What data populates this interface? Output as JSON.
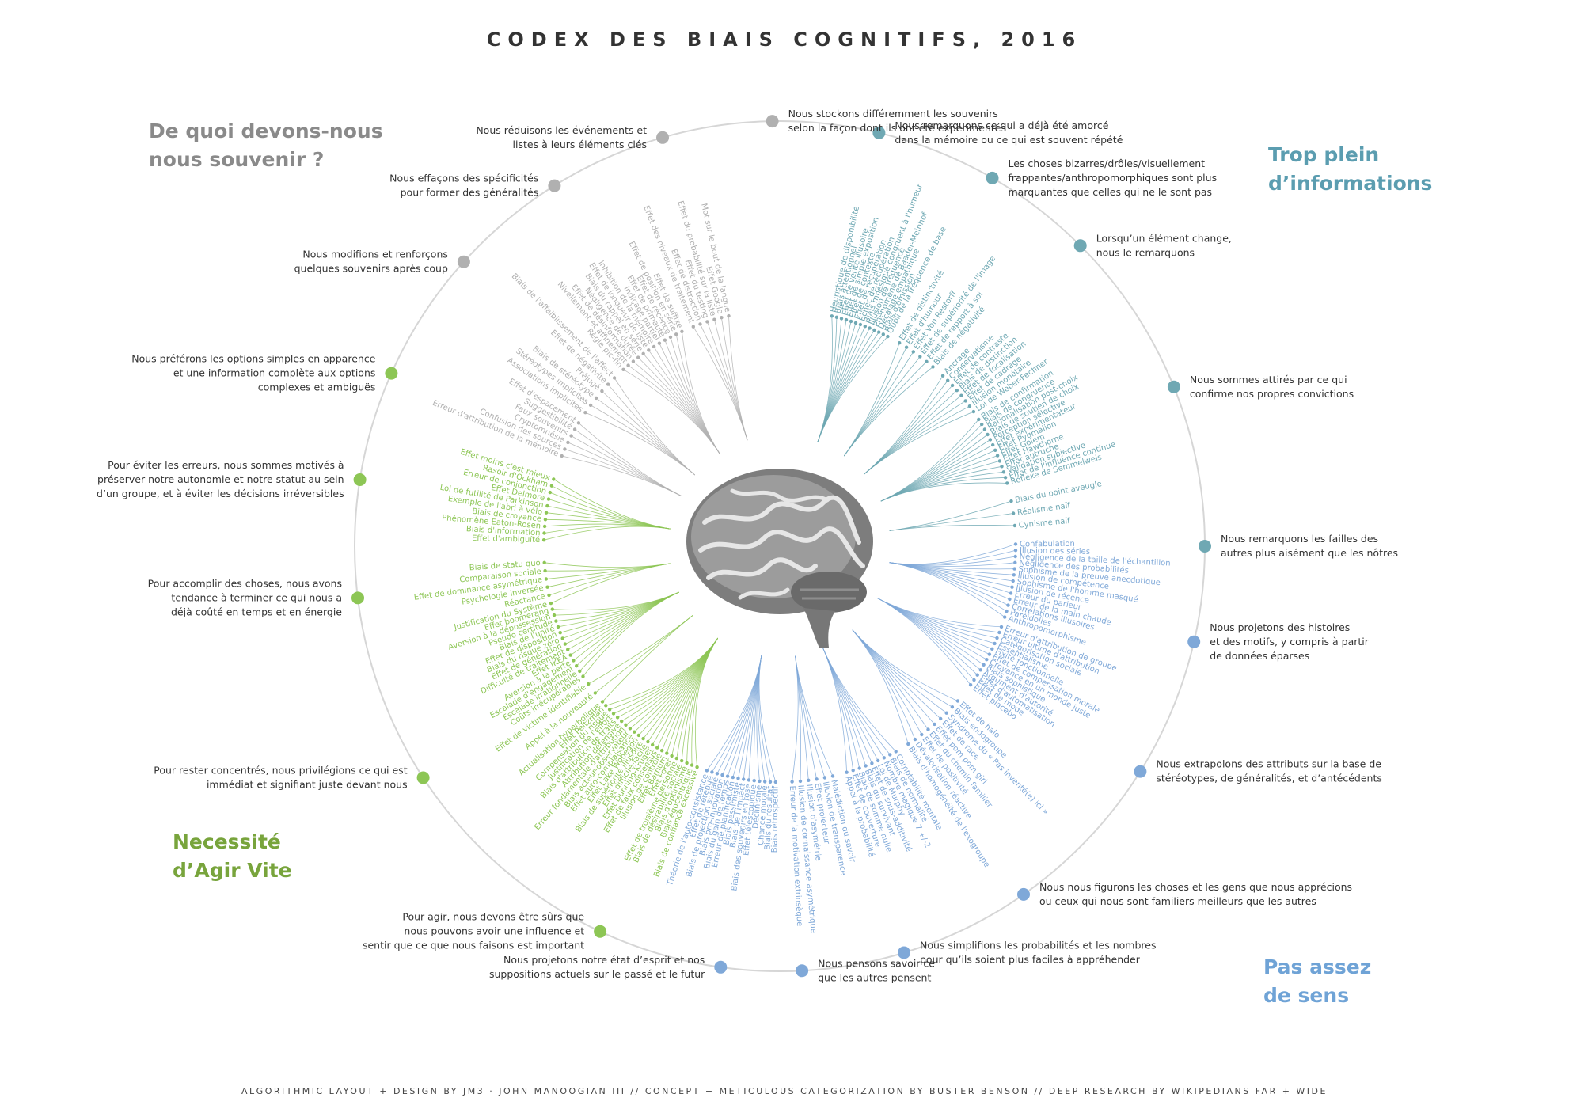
{
  "title": "CODEX DES BIAIS COGNITIFS, 2016",
  "footer": "ALGORITHMIC LAYOUT + DESIGN BY JM3 · JOHN MANOOGIAN III // CONCEPT + METICULOUS CATEGORIZATION BY BUSTER BENSON // DEEP RESEARCH BY WIKIPEDIANS FAR + WIDE",
  "colors": {
    "grey": "#9a9a9a",
    "teal": "#6fa8b3",
    "blue": "#7fa8d8",
    "green": "#8dc655",
    "circle": "#d0d0d0"
  },
  "quadrants": [
    {
      "title_lines": [
        "De quoi devons-nous",
        "nous souvenir ?"
      ],
      "color": "#8a8a8a"
    },
    {
      "title_lines": [
        "Trop plein",
        "d’informations"
      ],
      "color": "#5b9db0"
    },
    {
      "title_lines": [
        "Pas assez",
        "de sens"
      ],
      "color": "#6fa3d6"
    },
    {
      "title_lines": [
        "Necessité",
        "d’Agir Vite"
      ],
      "color": "#78a43c"
    }
  ],
  "categories": [
    {
      "lines": [
        "Nous remarquons ce qui a déjà été amorcé",
        "dans la mémoire ou ce qui est souvent répété"
      ],
      "color": "#6fa8b3",
      "biases": [
        "Heuristique de disponibilité",
        "Biais attentionnel",
        "Effet de vérité illusoire",
        "Effet de simple exposition",
        "Effet de contexte",
        "Effet de récupération",
        "Échec de récupération",
        "Biais mnésique congruent à l'humeur",
        "Illusion de fréquence",
        "Phénomène de Baader-Meinhof",
        "Décalage empathique",
        "Biais d'omission",
        "Oubli de la fréquence de base"
      ]
    },
    {
      "lines": [
        "Les choses bizarres/drôles/visuellement",
        "frappantes/anthropomorphiques sont plus",
        "marquantes que celles qui ne le sont pas"
      ],
      "color": "#6fa8b3",
      "biases": [
        "Effet de distinctivité",
        "Effet d'humour",
        "Effet Von Restorff",
        "Effet de supériorité de l'image",
        "Effet de rapport à soi",
        "Biais de négativité"
      ]
    },
    {
      "lines": [
        "Lorsqu’un élément change,",
        "nous le remarquons"
      ],
      "color": "#6fa8b3",
      "biases": [
        "Ancrage",
        "Conservatisme",
        "Effet de contraste",
        "Biais de distinction",
        "Effet de focalisation",
        "Effet de cadrage",
        "Illusion monétaire",
        "Loi de Weber-Fechner"
      ]
    },
    {
      "lines": [
        "Nous sommes attirés par ce qui",
        "confirme nos propres convictions"
      ],
      "color": "#6fa8b3",
      "biases": [
        "Biais de confirmation",
        "Biais de congruence",
        "Rationalisation post-choix",
        "Biais de soutien de choix",
        "Perception sélective",
        "Effet expérimentateur",
        "Effet Pygmalion",
        "Effet Golem",
        "Effet Hawthorne",
        "Effet autruche",
        "Validation subjective",
        "Effet de l'influence continue",
        "Réflexe de Semmelweis"
      ]
    },
    {
      "lines": [
        "Nous remarquons les failles des",
        "autres plus aisément que les nôtres"
      ],
      "color": "#6fa8b3",
      "biases": [
        "Biais du point aveugle",
        "Réalisme naïf",
        "Cynisme naïf"
      ]
    },
    {
      "lines": [
        "Nous projetons des histoires",
        "et des motifs, y compris à partir",
        "de données éparses"
      ],
      "color": "#7fa8d8",
      "biases": [
        "Confabulation",
        "Illusion des séries",
        "Négligence de la taille de l'échantillon",
        "Négligence des probabilités",
        "Sophisme de la preuve anecdotique",
        "Illusion de compétence",
        "Sophisme de l'homme masqué",
        "Illusion de récence",
        "Erreur du parieur",
        "Erreur de la main chaude",
        "Corrélations illusoires",
        "Paréidolies",
        "Anthropomorphisme"
      ]
    },
    {
      "lines": [
        "Nous extrapolons des attributs sur la base de",
        "stéréotypes, de généralités, et d’antécédents"
      ],
      "color": "#7fa8d8",
      "biases": [
        "Erreur d'attribution de groupe",
        "Erreur ultime d'attribution",
        "Catégorisation sociale",
        "Essentialisme",
        "Fixité fonctionnelle",
        "Effet de compensation morale",
        "Croyance en un monde juste",
        "Biais sophistique",
        "Argument d'autorité",
        "Effet d'automatisation",
        "Effet de mode",
        "Effet placebo"
      ]
    },
    {
      "lines": [
        "Nous nous figurons les choses et les gens que nous apprécions",
        "ou ceux qui nous sont familiers meilleurs que les autres"
      ],
      "color": "#7fa8d8",
      "biases": [
        "Effet de halo",
        "Biais endogroupe",
        "Syndrome du « Pas inventé(e) ici »",
        "Effet de race",
        "Effet pom pom girl",
        "Effet du chemin familier",
        "Effet de positivité",
        "Dévalorisation réactive",
        "Biais d'homogénéité de l'exogroupe"
      ]
    },
    {
      "lines": [
        "Nous simplifions les probabilités et les nombres",
        "pour qu’ils soient plus faciles à appréhender"
      ],
      "color": "#7fa8d8",
      "biases": [
        "Comptabilité mentale",
        "Biais de normalité",
        "Nombre magique 7 +/-2",
        "Loi de Murphy",
        "Effet de sous-additivité",
        "Biais du survivant",
        "Biais de somme nulle",
        "Effet de couverture",
        "Appel à la probabilité"
      ]
    },
    {
      "lines": [
        "Nous pensons savoir ce",
        "que les autres pensent"
      ],
      "color": "#7fa8d8",
      "biases": [
        "Malédiction du savoir",
        "Illusion de transparence",
        "Effet projecteur",
        "Illusion d'asymétrie",
        "Illusion de connaissance asymétrique",
        "Erreur de la motivation extrinsèque"
      ]
    },
    {
      "lines": [
        "Nous projetons notre état d’esprit et nos",
        "suppositions actuels sur le passé et le futur"
      ],
      "color": "#7fa8d8",
      "biases": [
        "Biais rétrospectif",
        "Biais du résultat",
        "Chance morale",
        "Déclinisme",
        "Effet télescopique",
        "Biais des souvenirs en rose",
        "Biais de l'impact",
        "Biais pessimiste",
        "Erreur de planification",
        "Biais du gain de temps",
        "Biais pro-innovation",
        "Biais de projection sociale",
        "Effet de retenue",
        "Théorie de l'auto-consistance"
      ]
    },
    {
      "lines": [
        "Pour agir, nous devons être sûrs que",
        "nous pouvons avoir une influence et",
        "sentir que ce que nous faisons est important"
      ],
      "color": "#8dc655",
      "biases": [
        "Biais de confiance excessive",
        "Biais égocentrique",
        "Biais d'optimisme",
        "Biais de désirabilité sociale",
        "Effet de troisième personne",
        "Effet Forer",
        "Effet Barnum",
        "Illusion de contrôle",
        "Effet de faux consensus",
        "Effet Dunning-Kruger",
        "Effet difficile-facile",
        "Biais de supériorité illusoire",
        "Effet Lake Wobegon",
        "Effet auto-complaisance",
        "Biais acteur-observateur",
        "Erreur fondamentale d'attribution",
        "Attribution défensive",
        "Biais d'attribution de traits",
        "Justification de l'effort",
        "Compensation du risque",
        "Effet Peltzman"
      ]
    },
    {
      "lines": [
        "Pour rester concentrés, nous privilégions ce qui est",
        "immédiat et signifiant juste devant nous"
      ],
      "color": "#8dc655",
      "biases": [
        "Actualisation hyperbolique",
        "Appel à la nouveauté",
        "Effet de victime identifiable"
      ]
    },
    {
      "lines": [
        "Pour accomplir des choses, nous avons",
        "tendance à terminer ce qui nous a",
        "déjà coûté en temps et en énergie"
      ],
      "color": "#8dc655",
      "biases": [
        "Coûts irrécupérables",
        "Escalade irrationnelle",
        "Escalade d'engagement",
        "Aversion à la perte",
        "Effet IKEA",
        "Difficulté de traitement",
        "Effet de génération",
        "Biais du risque zéro",
        "Effet de disposition",
        "Biais de l'unité",
        "Pseudo certitude",
        "Aversion à la dépossession",
        "Effet boomerang"
      ]
    },
    {
      "lines": [
        "Pour éviter les erreurs, nous sommes motivés à",
        "préserver notre autonomie et notre statut au sein",
        "d’un groupe, et à éviter les décisions irréversibles"
      ],
      "color": "#8dc655",
      "biases": [
        "Justification du Système",
        "Réactance",
        "Psychologie inversée",
        "Effet de dominance asymétrique",
        "Comparaison sociale",
        "Biais de statu quo"
      ]
    },
    {
      "lines": [
        "Nous préférons les options simples en apparence",
        "et une information complète aux options",
        "complexes et ambiguës"
      ],
      "color": "#8dc655",
      "biases": [
        "Effet d'ambiguïté",
        "Biais d'information",
        "Phénomène Eaton-Rosen",
        "Biais de croyance",
        "Exemple de l'abri à vélo",
        "Loi de futilité de Parkinson",
        "Effet Delmore",
        "Erreur de conjonction",
        "Rasoir d'Ockham",
        "Effet moins c'est mieux"
      ]
    },
    {
      "lines": [
        "Nous modifions et renforçons",
        "quelques souvenirs après coup"
      ],
      "color": "#b0b0b0",
      "biases": [
        "Erreur d'attribution de la mémoire",
        "Confusion des sources",
        "Cryptomnésie",
        "Faux souvenirs",
        "Suggestibilité",
        "Effet d'espacement"
      ]
    },
    {
      "lines": [
        "Nous effaçons des spécificités",
        "pour former des généralités"
      ],
      "color": "#b0b0b0",
      "biases": [
        "Associations implicites",
        "Stéréotypes implicites",
        "Biais de stéréotype",
        "Préjugé",
        "Effet de négativité",
        "Biais de l'affaiblissement de l'affect"
      ]
    },
    {
      "lines": [
        "Nous réduisons les événements et",
        "listes à leurs éléments clés"
      ],
      "color": "#b0b0b0",
      "biases": [
        "Règle pic-fin",
        "Nivellement et affinement",
        "Effet de désinformation",
        "Négligence de durée",
        "Biais du rappel en série",
        "Effet de longueur de liste",
        "Inhibition de la mémoire",
        "Indiçage partiel",
        "Effet de primauté",
        "Effet de récence",
        "Effet de position en série",
        "Effet de suffixe"
      ]
    },
    {
      "lines": [
        "Nous stockons différemment les souvenirs",
        "selon la façon dont ils ont été expérimentés"
      ],
      "color": "#b0b0b0",
      "biases": [
        "Effet des niveaux de traitement",
        "Effet de distraction",
        "Effet du testing",
        "Effet du probabilité sur la liste",
        "Effet Google",
        "Mot sur le bout de la langue"
      ]
    }
  ]
}
